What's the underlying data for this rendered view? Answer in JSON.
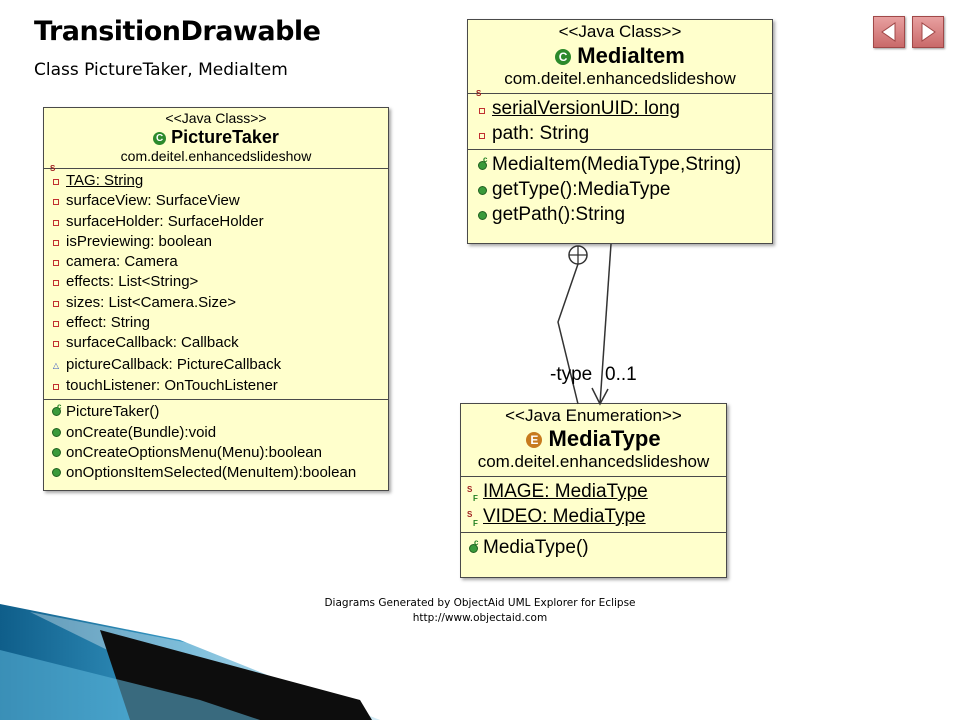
{
  "slide": {
    "title": "TransitionDrawable",
    "subtitle": "Class PictureTaker, MediaItem",
    "footer_line1": "Diagrams Generated by ObjectAid UML Explorer for Eclipse",
    "footer_line2": "http://www.objectaid.com"
  },
  "nav": {
    "prev_icon": "triangle-left-icon",
    "next_icon": "triangle-right-icon"
  },
  "classes": {
    "picture_taker": {
      "stereotype": "<<Java Class>>",
      "name": "PictureTaker",
      "package": "com.deitel.enhancedslideshow",
      "fields": [
        "TAG: String",
        "surfaceView: SurfaceView",
        "surfaceHolder: SurfaceHolder",
        "isPreviewing: boolean",
        "camera: Camera",
        "effects: List<String>",
        "sizes: List<Camera.Size>",
        "effect: String",
        "surfaceCallback: Callback",
        "pictureCallback: PictureCallback",
        "touchListener: OnTouchListener"
      ],
      "methods": [
        "PictureTaker()",
        "onCreate(Bundle):void",
        "onCreateOptionsMenu(Menu):boolean",
        "onOptionsItemSelected(MenuItem):boolean"
      ]
    },
    "media_item": {
      "stereotype": "<<Java Class>>",
      "name": "MediaItem",
      "package": "com.deitel.enhancedslideshow",
      "fields": [
        "serialVersionUID: long",
        "path: String"
      ],
      "methods": [
        "MediaItem(MediaType,String)",
        "getType():MediaType",
        "getPath():String"
      ]
    },
    "media_type": {
      "stereotype": "<<Java Enumeration>>",
      "name": "MediaType",
      "package": "com.deitel.enhancedslideshow",
      "fields": [
        "IMAGE: MediaType",
        "VIDEO: MediaType"
      ],
      "methods": [
        "MediaType()"
      ]
    }
  },
  "association": {
    "role": "-type",
    "multiplicity": "0..1"
  },
  "colors": {
    "uml_fill": "#ffffcc",
    "nav_button": "#c96a6a",
    "banner": "#1a6e9a"
  }
}
